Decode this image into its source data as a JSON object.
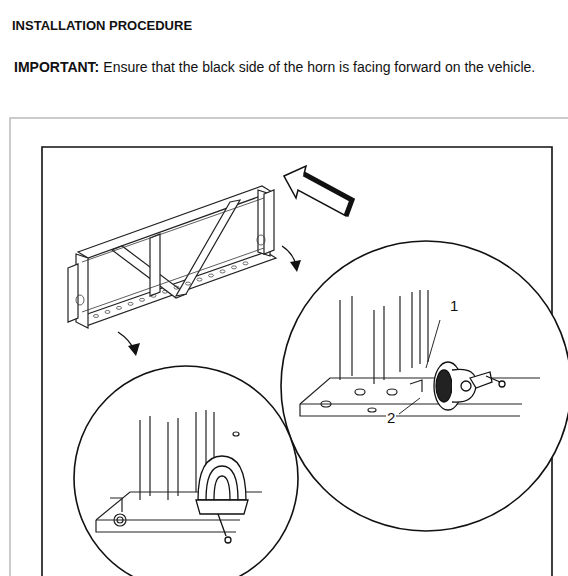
{
  "diagram": {
    "title": "INSTALLATION PROCEDURE",
    "labels": [
      "IMPORTANT:",
      "Ensure that the black side of the horn is facing forward on the vehicle.",
      "1",
      "2"
    ]
  }
}
